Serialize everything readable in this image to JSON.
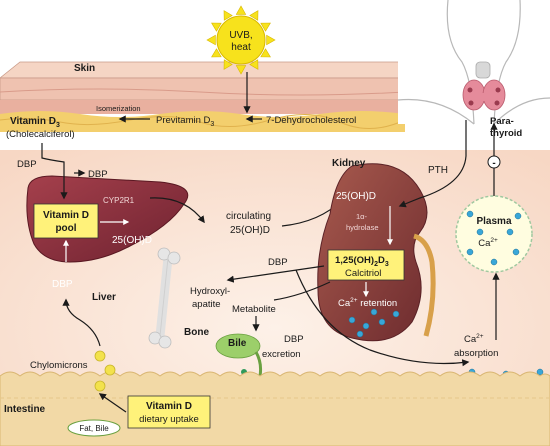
{
  "colors": {
    "background": "#fbe7d9",
    "skin": "#efc7b7",
    "fat_layer": "#f4d27a",
    "liver": "#8f2f3b",
    "kidney": "#8e3b3b",
    "intestine": "#f2d9a6",
    "highlight_box": "#fff27a",
    "bile": "#9ccf6a",
    "calcium_dot": "#39a7d8",
    "sun": "#f7e21c",
    "thyroid": "#e58b9b"
  },
  "labels": {
    "sun": [
      "UVB,",
      "heat"
    ],
    "skin": "Skin",
    "isomerization": "Isomerization",
    "vitamin_d3": "Vitamin D",
    "vitamin_d3_sub": "3",
    "cholecalciferol": "(Cholecalciferol)",
    "previtamin": "Previtamin D",
    "previtamin_sub": "3",
    "dehydrocholesterol": "7-Dehydrocholesterol",
    "dbp_skin": "DBP",
    "dbp_liver_in": "DBP",
    "vitamin_d_pool_1": "Vitamin D",
    "vitamin_d_pool_2": "pool",
    "cyp2r1": "CYP2R1",
    "ohd_liver": "25(OH)D",
    "dbp_liver": "DBP",
    "liver": "Liver",
    "circulating_1": "circulating",
    "circulating_2": "25(OH)D",
    "kidney": "Kidney",
    "ohd_kidney": "25(OH)D",
    "hydrolase_1": "1α-",
    "hydrolase_2": "hydrolase",
    "calcitriol_1": "1,25(OH)",
    "calcitriol_sub1": "2",
    "calcitriol_d": "D",
    "calcitriol_sub2": "3",
    "calcitriol_2": "Calcitriol",
    "ca_retention": "Ca",
    "ca_retention_sup": "2+",
    "ca_retention_word": " retention",
    "pth": "PTH",
    "parathyroid_1": "Para-",
    "parathyroid_2": "thyroid",
    "minus": "-",
    "plasma": "Plasma",
    "plasma_ca": "Ca",
    "plasma_ca_sup": "2+",
    "dbp_mid": "DBP",
    "hydroxyl_1": "Hydroxyl-",
    "hydroxyl_2": "apatite",
    "bone": "Bone",
    "metabolite": "Metabolite",
    "bile": "Bile",
    "excretion": "excretion",
    "dbp_low": "DBP",
    "ca_absorption_1": "Ca",
    "ca_absorption_sup": "2+",
    "ca_absorption_2": "absorption",
    "chylomicrons": "Chylomicrons",
    "intestine": "Intestine",
    "dietary_1": "Vitamin D",
    "dietary_2": "dietary uptake",
    "fat_bile": "Fat, Bile"
  }
}
